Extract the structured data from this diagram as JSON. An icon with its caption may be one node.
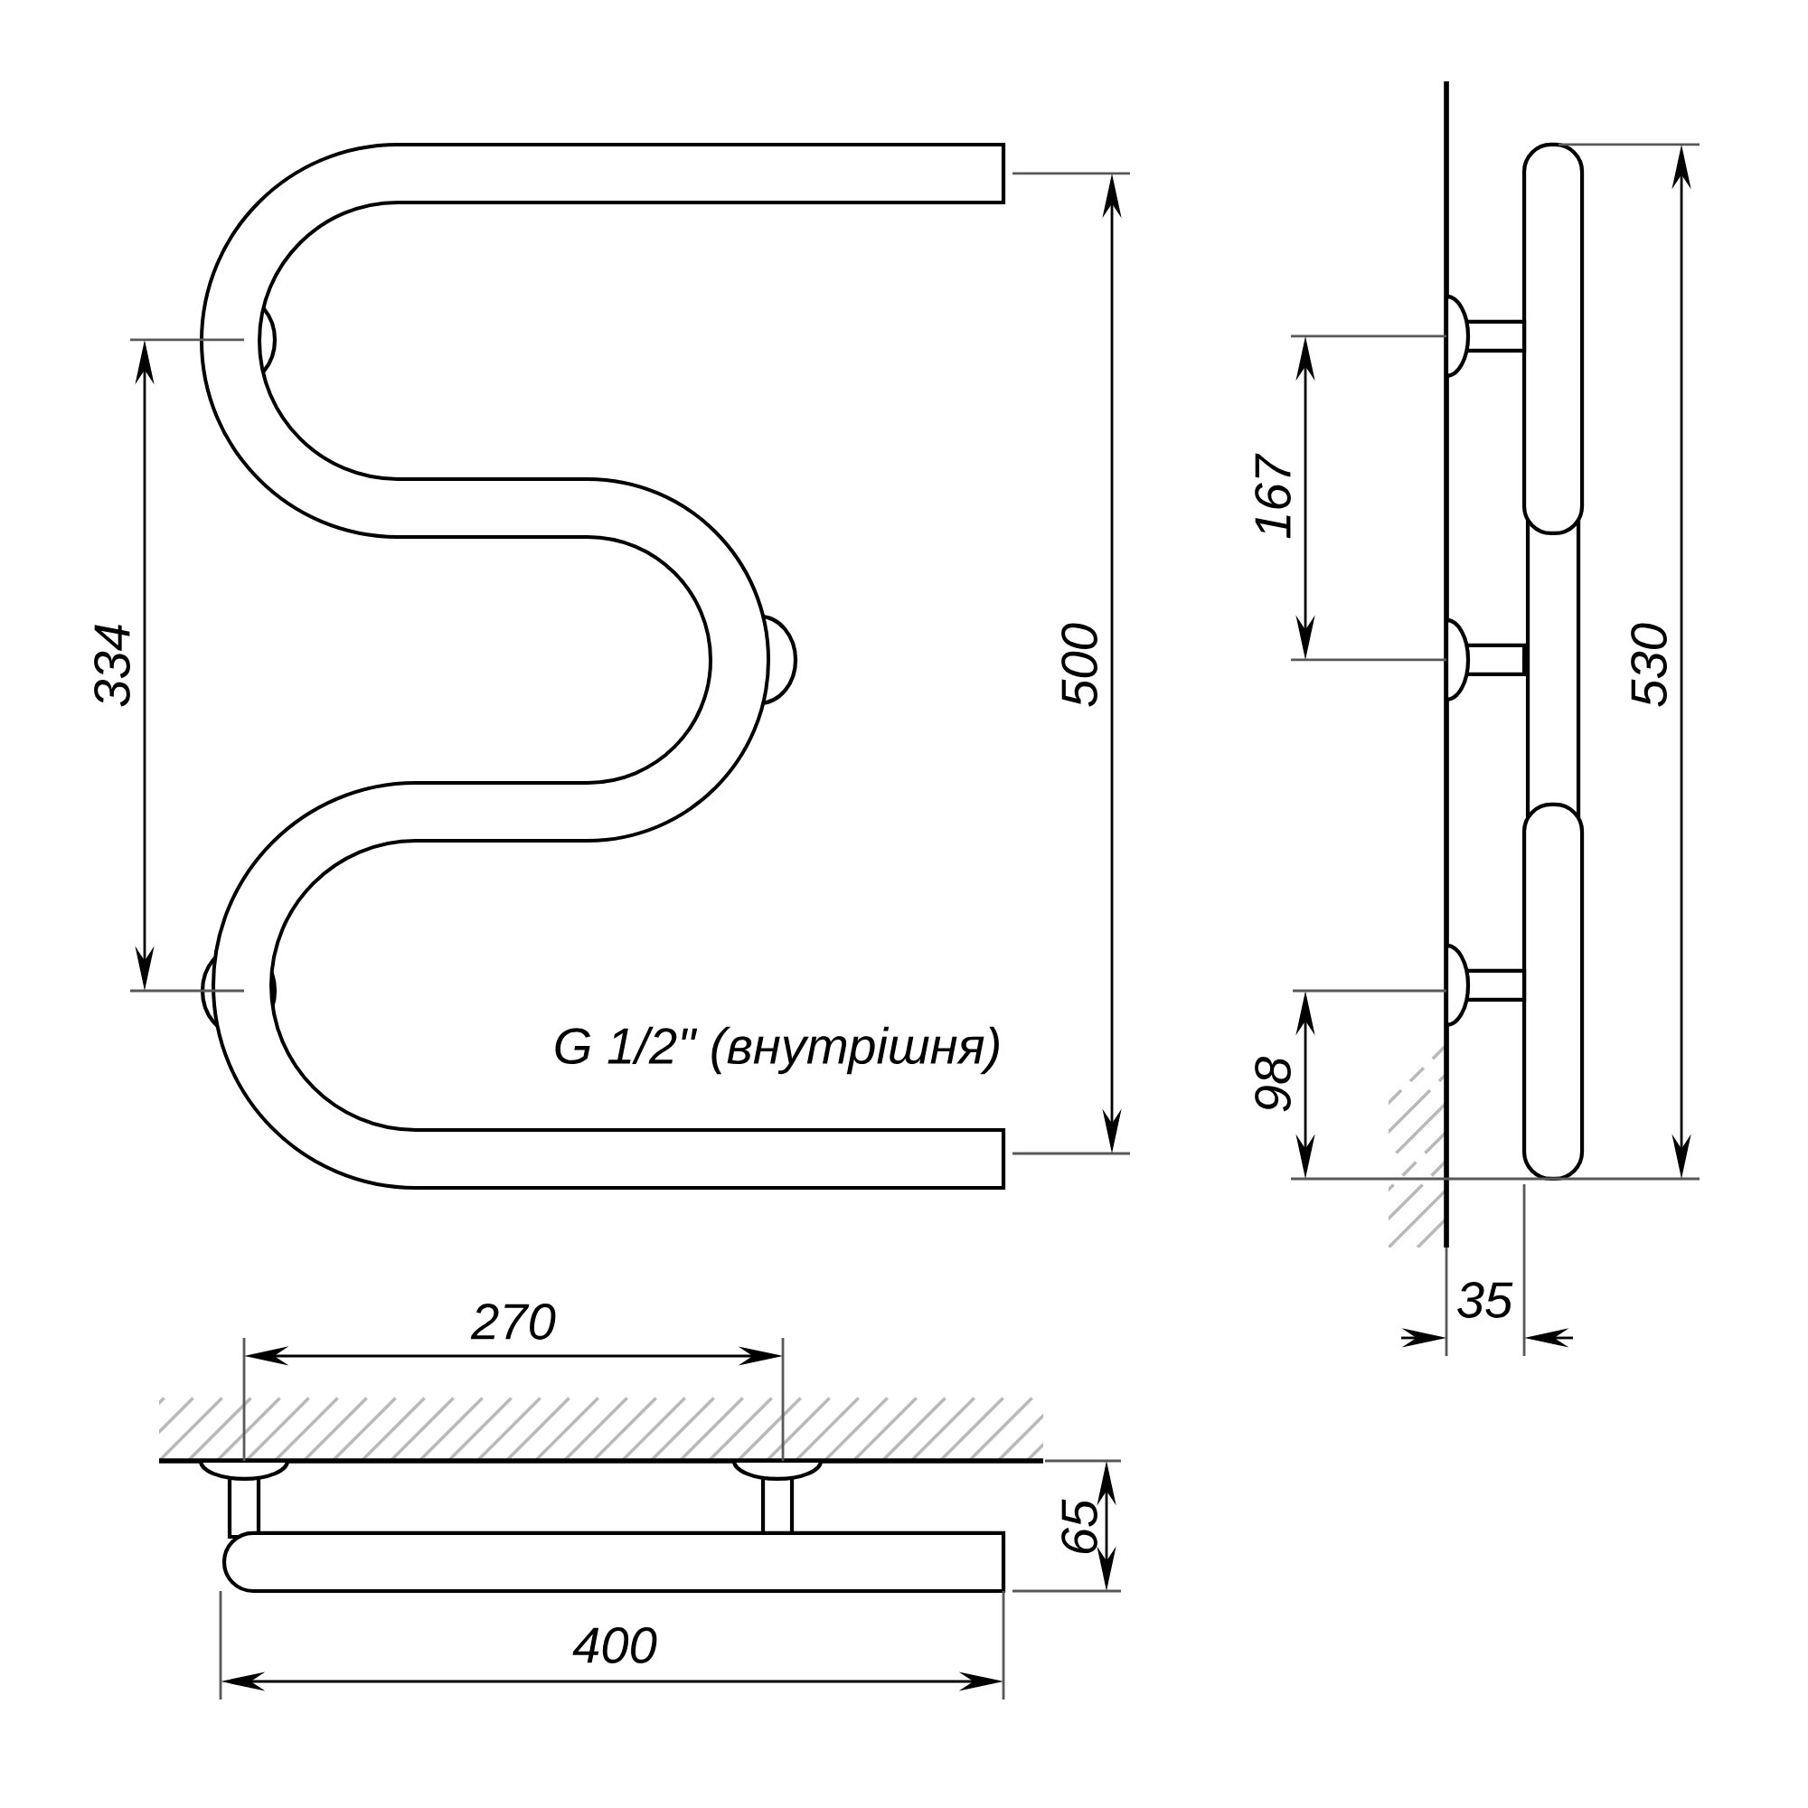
{
  "diagram": {
    "labels": [
      "334",
      "500",
      "167",
      "530",
      "G 1/2\" (внутрішня)",
      "98",
      "35",
      "270",
      "65",
      "400"
    ]
  }
}
